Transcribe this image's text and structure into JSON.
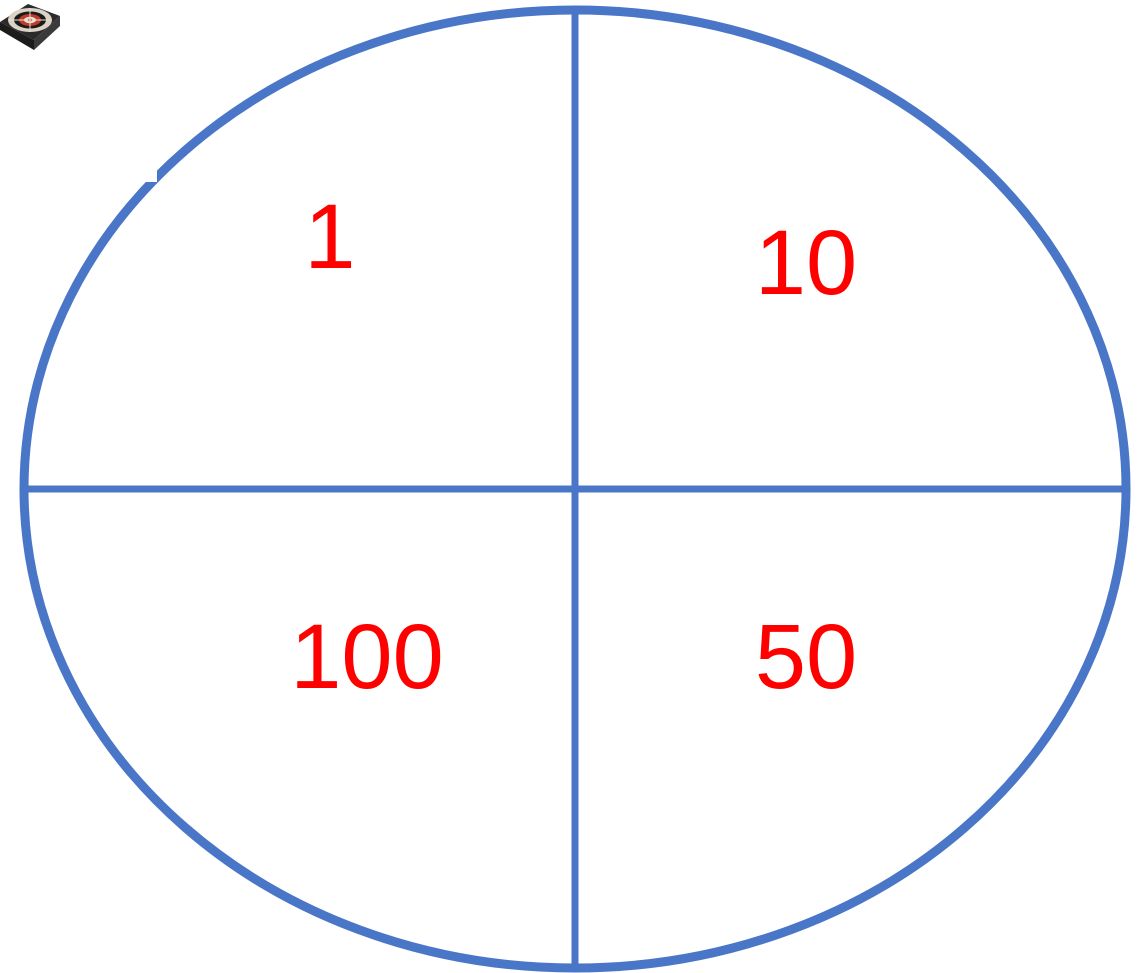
{
  "colors": {
    "outline": "#4a76c8",
    "score_text": "#ff0000",
    "background": "#ffffff"
  },
  "icons": {
    "corner_image": "dartboard-icon"
  },
  "quadrants": [
    {
      "position": "top-left",
      "label": "1"
    },
    {
      "position": "top-right",
      "label": "10"
    },
    {
      "position": "bottom-left",
      "label": "100"
    },
    {
      "position": "bottom-right",
      "label": "50"
    }
  ]
}
